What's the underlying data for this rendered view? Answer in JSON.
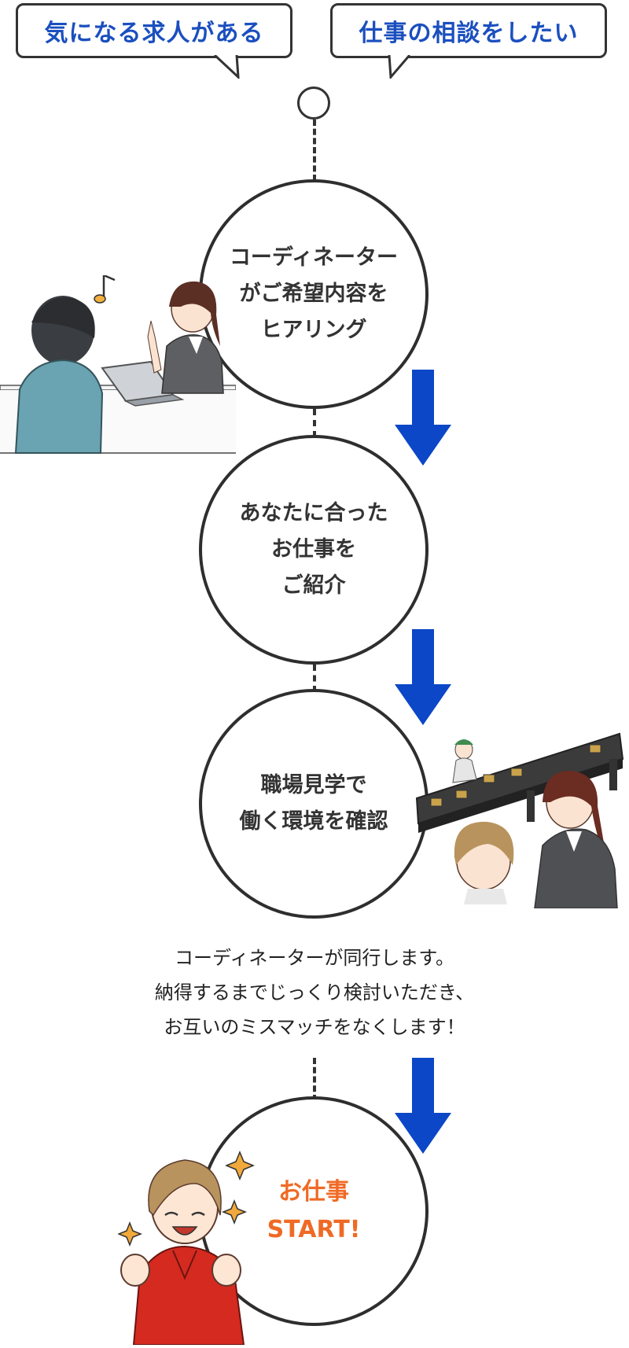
{
  "bubbles": [
    {
      "text": "気になる求人がある"
    },
    {
      "text": "仕事の相談をしたい"
    }
  ],
  "steps": [
    {
      "lines": [
        "コーディネーター",
        "がご希望内容を",
        "ヒアリング"
      ]
    },
    {
      "lines": [
        "あなたに合った",
        "お仕事を",
        "ご紹介"
      ]
    },
    {
      "lines": [
        "職場見学で",
        "働く環境を確認"
      ]
    },
    {
      "lines": [
        "お仕事",
        "START!"
      ]
    }
  ],
  "note": {
    "lines": [
      "コーディネーターが同行します。",
      "納得するまでじっくり検討いただき、",
      "お互いのミスマッチをなくします！"
    ]
  },
  "colors": {
    "bubble_text": "#1b4fbf",
    "arrow": "#0b47c7",
    "start_text": "#ef6a25",
    "outline": "#333333"
  },
  "icons": [
    "down-arrow-icon",
    "music-note-icon",
    "sparkle-icon"
  ]
}
